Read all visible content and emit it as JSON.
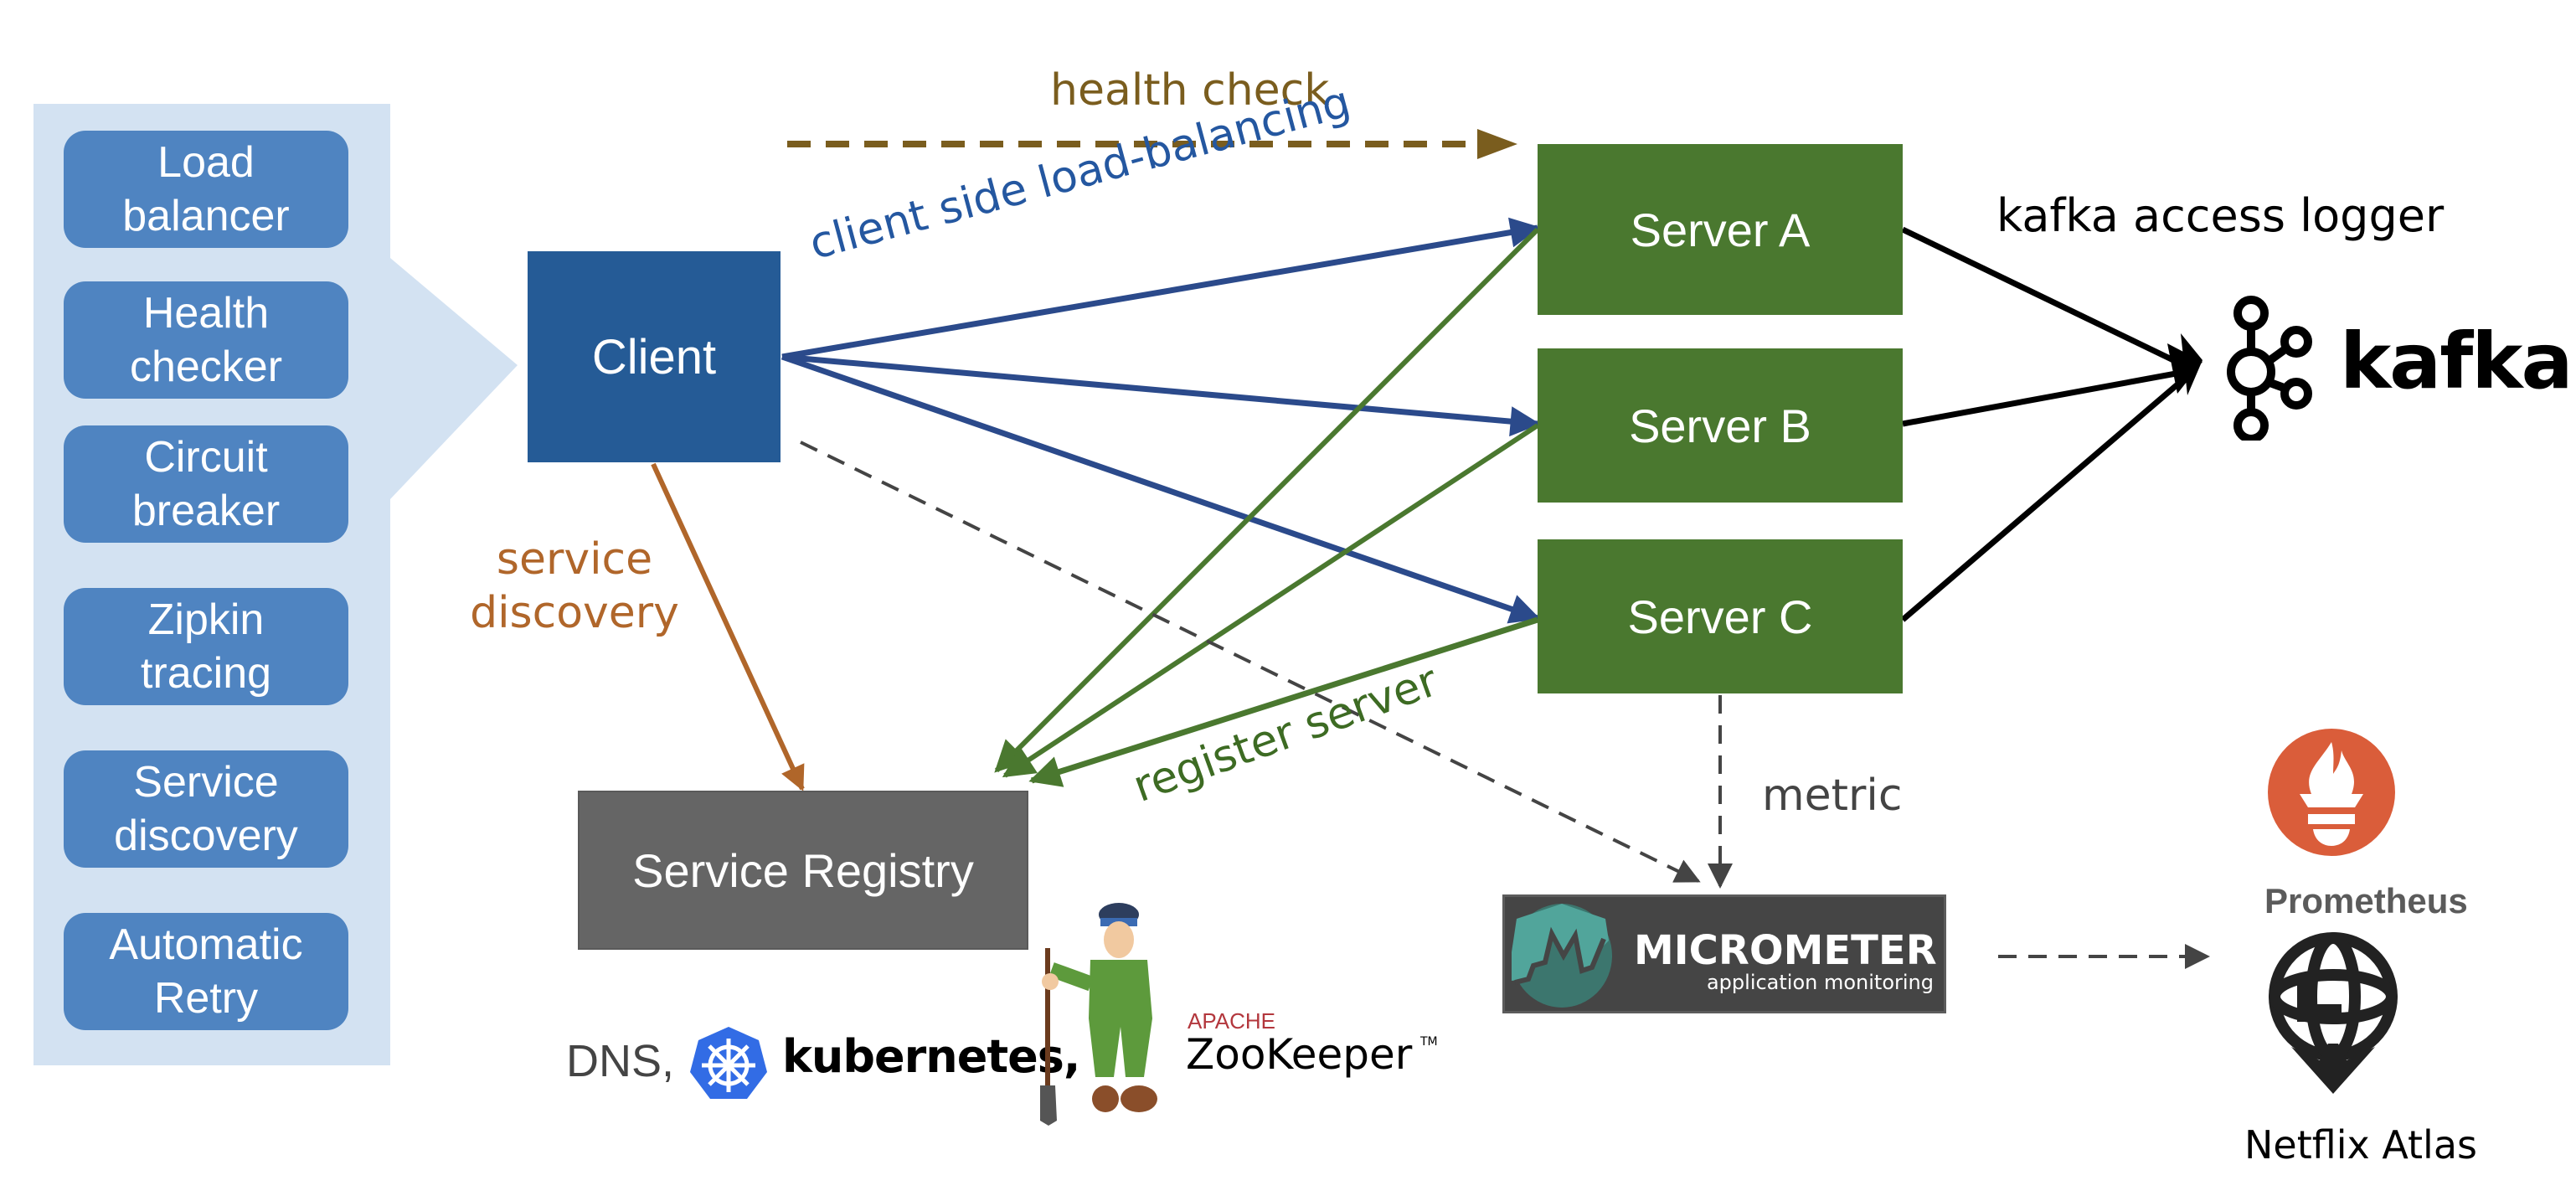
{
  "features": [
    {
      "label": "Load\nbalancer"
    },
    {
      "label": "Health\nchecker"
    },
    {
      "label": "Circuit\nbreaker"
    },
    {
      "label": "Zipkin\ntracing"
    },
    {
      "label": "Service\ndiscovery"
    },
    {
      "label": "Automatic\nRetry"
    }
  ],
  "nodes": {
    "client": "Client",
    "server_a": "Server A",
    "server_b": "Server B",
    "server_c": "Server C",
    "registry": "Service Registry"
  },
  "edges": {
    "health_check": "health check",
    "client_lb": "client side load-balancing",
    "service_discovery": "service\ndiscovery",
    "register_server": "register server",
    "metric": "metric",
    "kafka_logger": "kafka access logger"
  },
  "logos": {
    "kafka": "kafka",
    "micrometer_title": "MICROMETER",
    "micrometer_subtitle": "application monitoring",
    "prometheus": "Prometheus",
    "atlas": "Netflix Atlas",
    "dns": "DNS,",
    "kubernetes": "kubernetes,",
    "apache": "APACHE",
    "zookeeper": "ZooKeeper",
    "trademark": "TM"
  },
  "colors": {
    "panel": "#d3e2f2",
    "feature": "#4f84c1",
    "client": "#255b96",
    "server": "#4a782f",
    "registry": "#656565",
    "health": "#7a5d1e",
    "lb_arrow": "#2b4a8b",
    "register_arrow": "#4a782f",
    "discovery_arrow": "#b0662a",
    "dashed": "#444444",
    "prometheus": "#da5d3a",
    "k8s": "#326ce5"
  }
}
